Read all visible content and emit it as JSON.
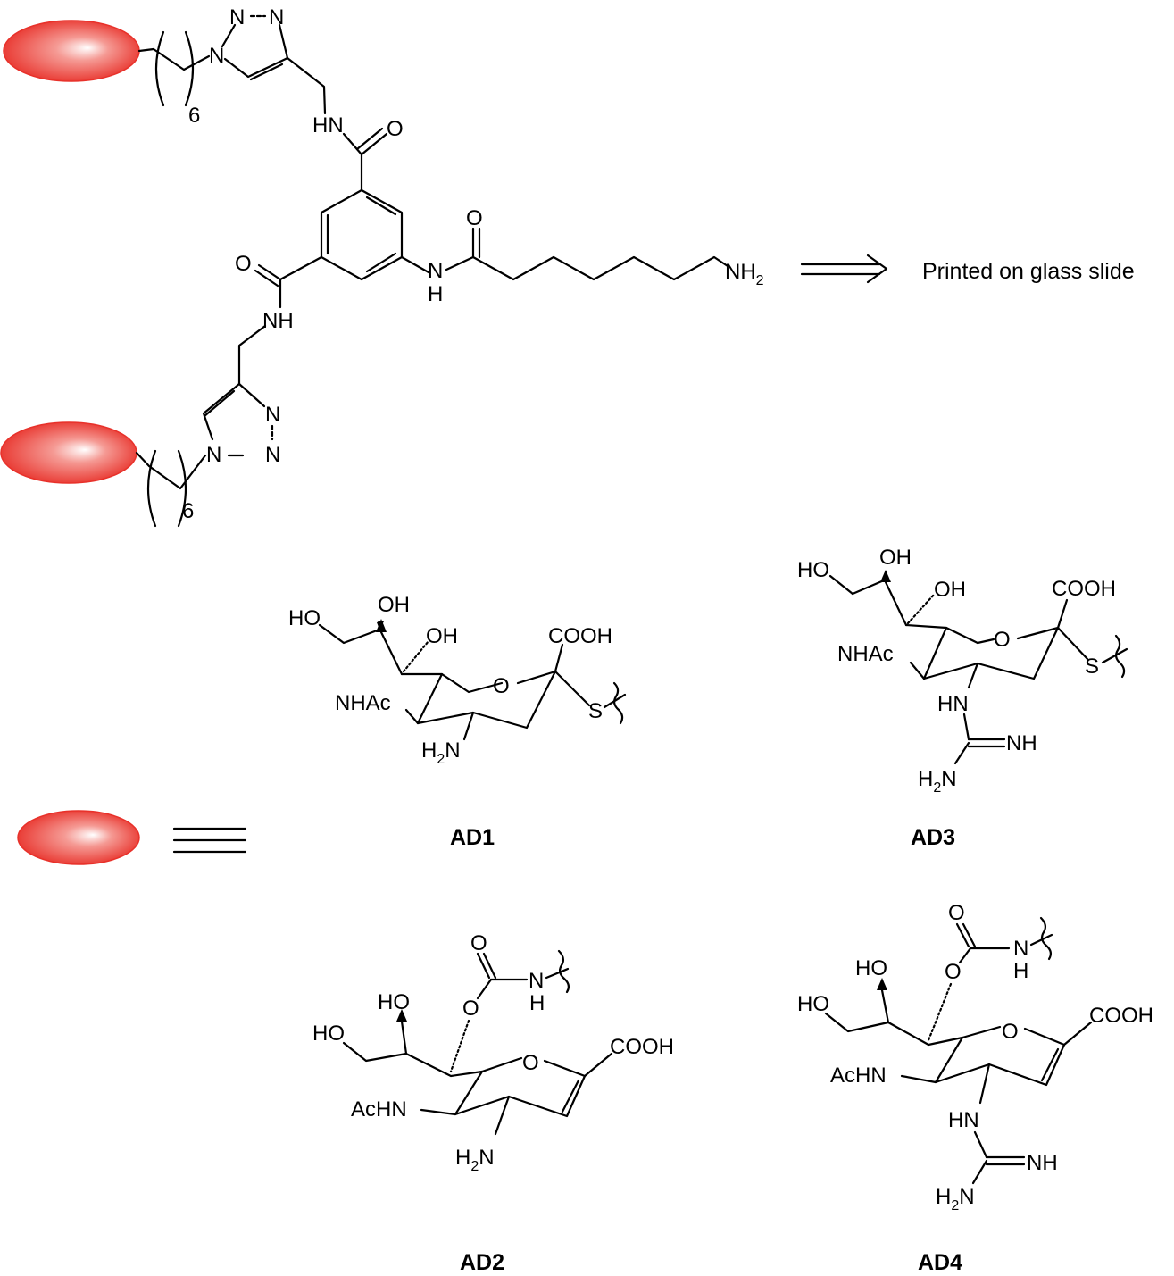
{
  "annotation": "Printed on glass slide",
  "repeat_count": "6",
  "compounds": {
    "ad1": {
      "label": "AD1"
    },
    "ad2": {
      "label": "AD2"
    },
    "ad3": {
      "label": "AD3"
    },
    "ad4": {
      "label": "AD4"
    }
  },
  "atoms": {
    "n": "N",
    "o": "O",
    "s": "S",
    "h": "H",
    "hn": "HN",
    "nh": "NH",
    "nh_base": "NH",
    "oh": "OH",
    "ho": "HO",
    "cooh": "COOH",
    "nhac": "NHAc",
    "achn": "AcHN",
    "h_prefix": "H",
    "n_suffix": "N",
    "sub2": "2"
  },
  "colors": {
    "bead_fill": "#e8312a",
    "bead_highlight": "#ffffff",
    "ink": "#000000"
  }
}
